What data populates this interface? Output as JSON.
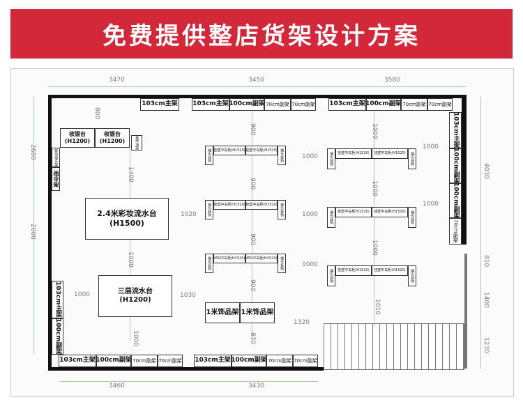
{
  "banner": {
    "title": "免费提供整店货架设计方案"
  },
  "colors": {
    "banner_bg": "#d3283a",
    "wall": "#111111",
    "dimension_line": "#9fd29f"
  },
  "walls": {
    "top_left_shelf": "103cm主架",
    "top_mid": [
      "103cm主架",
      "100cm副架",
      "70cm副架",
      "70cm副架"
    ],
    "top_right": [
      "103cm主架",
      "100cm副架",
      "70cm副架",
      "70cm副架"
    ],
    "right": [
      "103cm主架",
      "100cm副架",
      "100cm副架",
      "70cm副架"
    ],
    "left": [
      "103cm主架",
      "100cm副架"
    ],
    "bottom_left": [
      "103cm主架",
      "100cm副架",
      "70cm副架",
      "70cm副架"
    ],
    "bottom_mid": [
      "103cm主架",
      "100cm副架",
      "70cm副架",
      "70cm副架"
    ]
  },
  "fixtures": {
    "cashier_1": "收银台\n(H1200)",
    "cashier_2": "收银台\n(H1200)",
    "small_a": "挂甲油架",
    "small_b": "移动插头架",
    "small_c": "雨伞架",
    "makeup_counter": "2.4米彩妆流水台(H1500)",
    "three_tier": "三层流水台\n(H1200)",
    "accessory_1": "1米饰品架",
    "accessory_2": "1米饰品架"
  },
  "islands": {
    "left1": {
      "end_a": "端头挂钩",
      "mid": [
        "挂壁中岛柜(H1520)",
        "挂壁中岛柜(H1520)"
      ],
      "end_b": "端头挂钩"
    },
    "left2": {
      "end_a": "端头挂钩",
      "mid": [
        "挂壁中岛柜(H1520)",
        "挂壁中岛柜(H1520)"
      ],
      "end_b": "端头挂钩"
    },
    "left3": {
      "end_a": "端头挂钩",
      "mid": [
        "450中岛柜(H1520)",
        "450中岛柜(H1520)"
      ],
      "end_b": "端头挂钩"
    },
    "right1": {
      "end_a": "端头挂钩",
      "mid": [
        "挂壁中岛柜(H1520)",
        "挂壁中岛柜(H1520)"
      ],
      "end_b": "端头挂钩"
    },
    "right2": {
      "end_a": "端头挂钩",
      "mid": [
        "挂壁中岛柜(H1520)",
        "挂壁中岛柜(H1520)"
      ],
      "end_b": "端头挂钩"
    },
    "right3": {
      "end_a": "端头挂钩",
      "mid": [
        "挂壁中岛柜(H1520)",
        "挂壁中岛柜(H1520)"
      ],
      "end_b": "端头挂钩"
    }
  },
  "dimensions": {
    "top_1": "3470",
    "top_2": "3450",
    "top_3": "3580",
    "bottom_1": "3460",
    "bottom_2": "3430",
    "left_1": "2680",
    "left_2": "2000",
    "right_1": "4030",
    "right_2": "810",
    "right_3": "1400",
    "right_4": "1230",
    "v_800": "800",
    "v_1400": "1400",
    "v_1000a": "1000",
    "v_1000b": "1000",
    "h_1020": "1020",
    "h_1000": "1000",
    "h_1030": "1030",
    "h_1320": "1320",
    "c_900a": "900",
    "c_900b": "900",
    "c_900c": "900",
    "c_900d": "900",
    "c_870": "870",
    "i_1000a": "1000",
    "i_1000b": "1000",
    "i_1000c": "1000",
    "r_1000a": "1000",
    "r_1000b": "1000",
    "r_1000c": "1000",
    "r_1000d": "1000",
    "r_1000e": "1000",
    "r_1010": "1010"
  }
}
